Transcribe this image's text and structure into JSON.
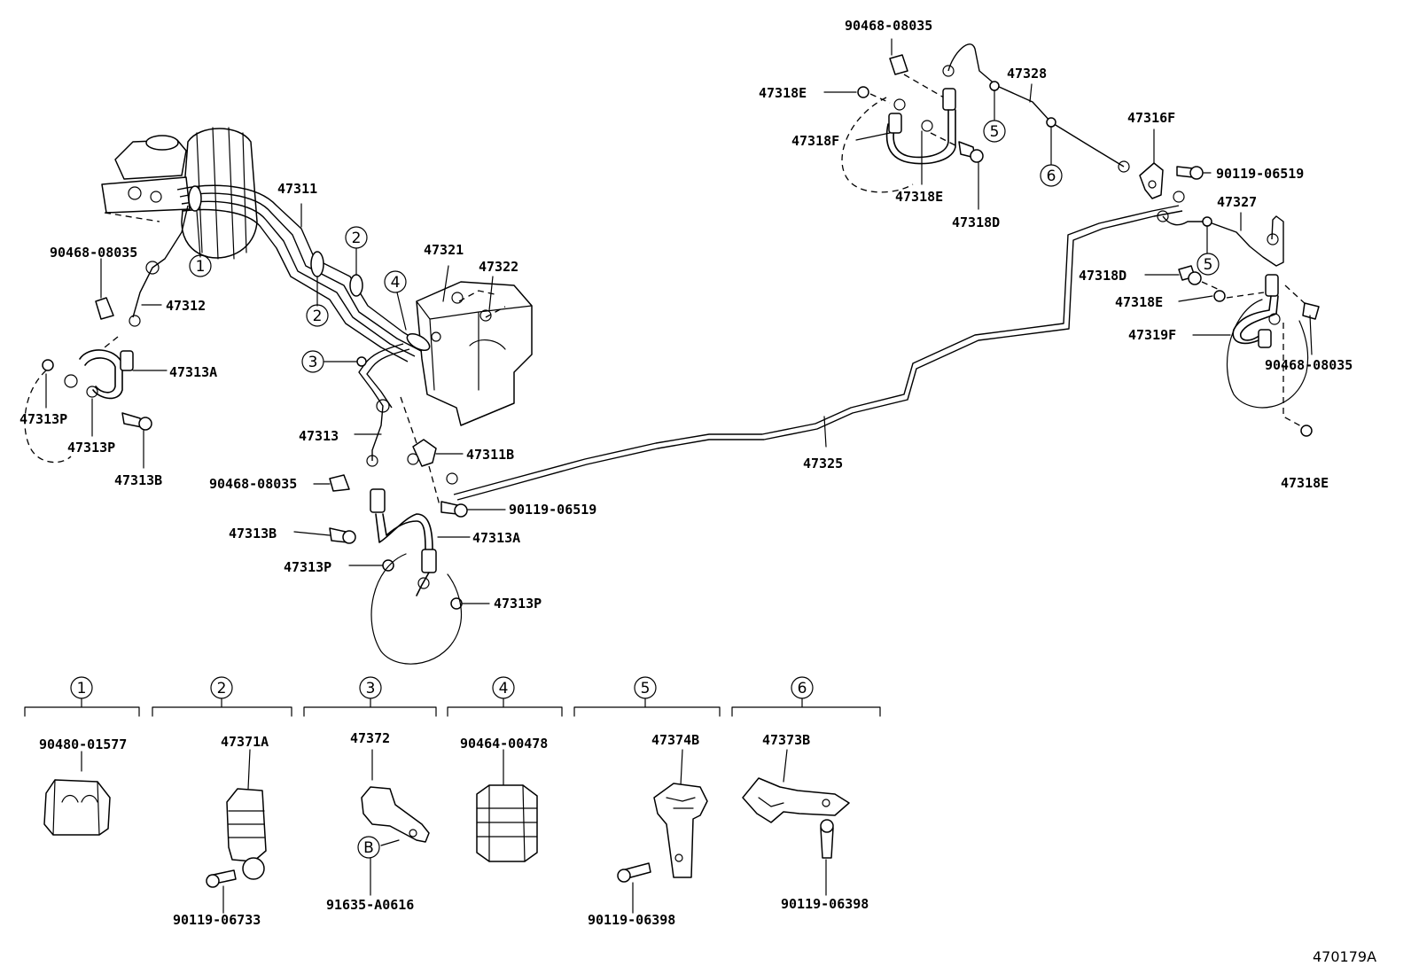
{
  "labels": {
    "p90468_08035_a": "90468-08035",
    "p47318E_a": "47318E",
    "p47318F": "47318F",
    "p47318E_b": "47318E",
    "p47318D_a": "47318D",
    "p47328": "47328",
    "p47316F": "47316F",
    "p90119_06519_a": "90119-06519",
    "p47327": "47327",
    "p47318D_b": "47318D",
    "p47318E_c": "47318E",
    "p47319F": "47319F",
    "p90468_08035_d": "90468-08035",
    "p47318E_d": "47318E",
    "p47311": "47311",
    "p90468_08035_b": "90468-08035",
    "p47312": "47312",
    "p47313A_a": "47313A",
    "p47313P_a": "47313P",
    "p47313P_b": "47313P",
    "p47313B_a": "47313B",
    "p47321": "47321",
    "p47322": "47322",
    "p47313": "47313",
    "p47311B": "47311B",
    "p90468_08035_c": "90468-08035",
    "p90119_06519_b": "90119-06519",
    "p47313B_b": "47313B",
    "p47313A_b": "47313A",
    "p47313P_c": "47313P",
    "p47313P_d": "47313P",
    "p47325": "47325",
    "p90480_01577": "90480-01577",
    "p47371A": "47371A",
    "p90119_06733": "90119-06733",
    "p47372": "47372",
    "p91635_A0616": "91635-A0616",
    "p90464_00478": "90464-00478",
    "p47374B": "47374B",
    "p90119_06398_a": "90119-06398",
    "p47373B": "47373B",
    "p90119_06398_b": "90119-06398"
  },
  "callouts": {
    "c1_main": "1",
    "c2_a": "2",
    "c2_b": "2",
    "c3_main": "3",
    "c4_main": "4",
    "c5_top": "5",
    "c6_top": "6",
    "c5_right": "5",
    "c1_group": "1",
    "c2_group": "2",
    "c3_group": "3",
    "c4_group": "4",
    "c5_group": "5",
    "c6_group": "6",
    "cB": "B"
  },
  "reference": "470179A"
}
